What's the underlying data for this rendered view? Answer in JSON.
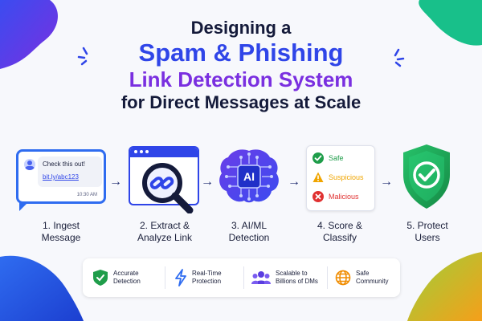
{
  "title": {
    "line1": "Designing a",
    "line2": "Spam & Phishing",
    "line3": "Link Detection System",
    "line4": "for Direct Messages at Scale"
  },
  "message_card": {
    "text": "Check this out!",
    "link": "bit.ly/abc123",
    "time": "10:30 AM"
  },
  "ai_chip_label": "AI",
  "score_card": {
    "items": [
      {
        "label": "Safe",
        "color": "#1f9d4a"
      },
      {
        "label": "Suspicious",
        "color": "#f0a500"
      },
      {
        "label": "Malicious",
        "color": "#e03131"
      }
    ]
  },
  "steps": [
    {
      "line1": "1. Ingest",
      "line2": "Message"
    },
    {
      "line1": "2. Extract &",
      "line2": "Analyze Link"
    },
    {
      "line1": "3. AI/ML",
      "line2": "Detection"
    },
    {
      "line1": "4. Score &",
      "line2": "Classify"
    },
    {
      "line1": "5. Protect",
      "line2": "Users"
    }
  ],
  "features": [
    {
      "line1": "Accurate",
      "line2": "Detection",
      "icon": "shield-check-icon"
    },
    {
      "line1": "Real-Time",
      "line2": "Protection",
      "icon": "lightning-icon"
    },
    {
      "line1": "Scalable to",
      "line2": "Billions of DMs",
      "icon": "users-icon"
    },
    {
      "line1": "Safe",
      "line2": "Community",
      "icon": "globe-icon"
    }
  ],
  "colors": {
    "blue": "#2f45e8",
    "purple": "#7a2fe0",
    "green": "#1f9d4a",
    "navy": "#141a3a"
  }
}
